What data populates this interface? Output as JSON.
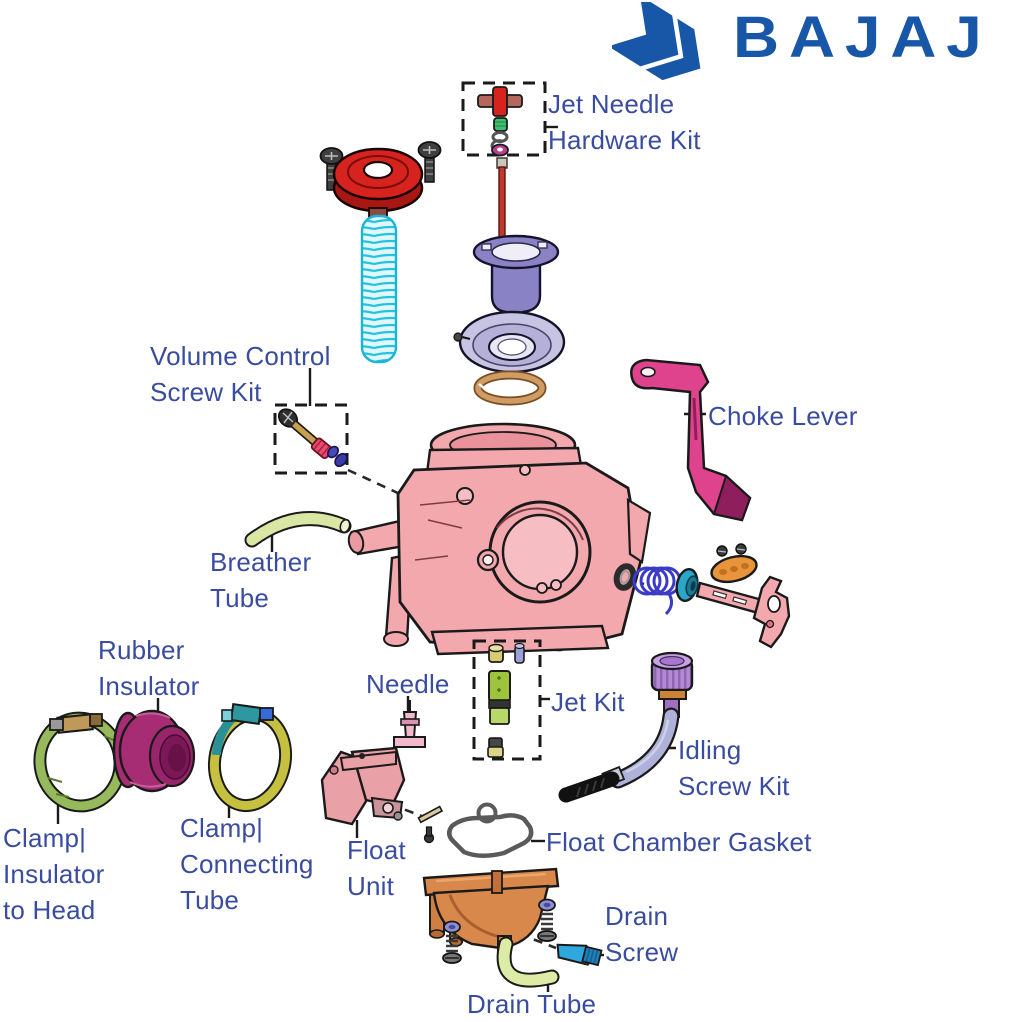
{
  "brand": {
    "name": "BAJAJ"
  },
  "labels": {
    "jet_needle_hardware_kit": "Jet Needle\nHardware Kit",
    "volume_control_screw_kit": "Volume Control\nScrew Kit",
    "choke_lever": "Choke Lever",
    "breather_tube": "Breather\nTube",
    "rubber_insulator": "Rubber\nInsulator",
    "clamp_insulator_to_head": "Clamp|\nInsulator\nto Head",
    "clamp_connecting_tube": "Clamp|\nConnecting\nTube",
    "needle": "Needle",
    "jet_kit": "Jet Kit",
    "idling_screw_kit": "Idling\nScrew Kit",
    "float_unit": "Float\nUnit",
    "float_chamber_gasket": "Float Chamber Gasket",
    "drain_screw": "Drain\nScrew",
    "drain_tube": "Drain Tube"
  },
  "colors": {
    "label_text": "#3A4CA0",
    "brand_blue": "#1856A8",
    "top_cap": "#D6231E",
    "spring": "#1AB4D6",
    "jet_needle_rod": "#C0392F",
    "vacuum_slide": "#8983C5",
    "diaphragm": "#C7C4E3",
    "o_ring": "#CF9D63",
    "carburetor_body": "#F3A8AE",
    "choke_lever": "#E0438D",
    "breather_tube": "#D9E7A4",
    "rubber_insulator": "#A62D74",
    "clamp_insulator_to_head": "#96BA5B",
    "clamp_connecting_tube": "#C6C040",
    "needle_valve": "#F2B8CC",
    "jet_main": "#9EC43E",
    "idling_knob": "#C7A2E2",
    "idling_tube": "#AEB2D8",
    "float_unit": "#E9A0A6",
    "float_chamber": "#D8884A",
    "drain_screw": "#2FA8DF",
    "drain_tube": "#DCEBA6",
    "throttle_plate": "#E8943A",
    "throttle_spring": "#3B3BC8",
    "throttle_roller": "#2AA7C8",
    "throttle_shaft": "#F3A8AE",
    "hardware_nut": "#B5408F"
  }
}
